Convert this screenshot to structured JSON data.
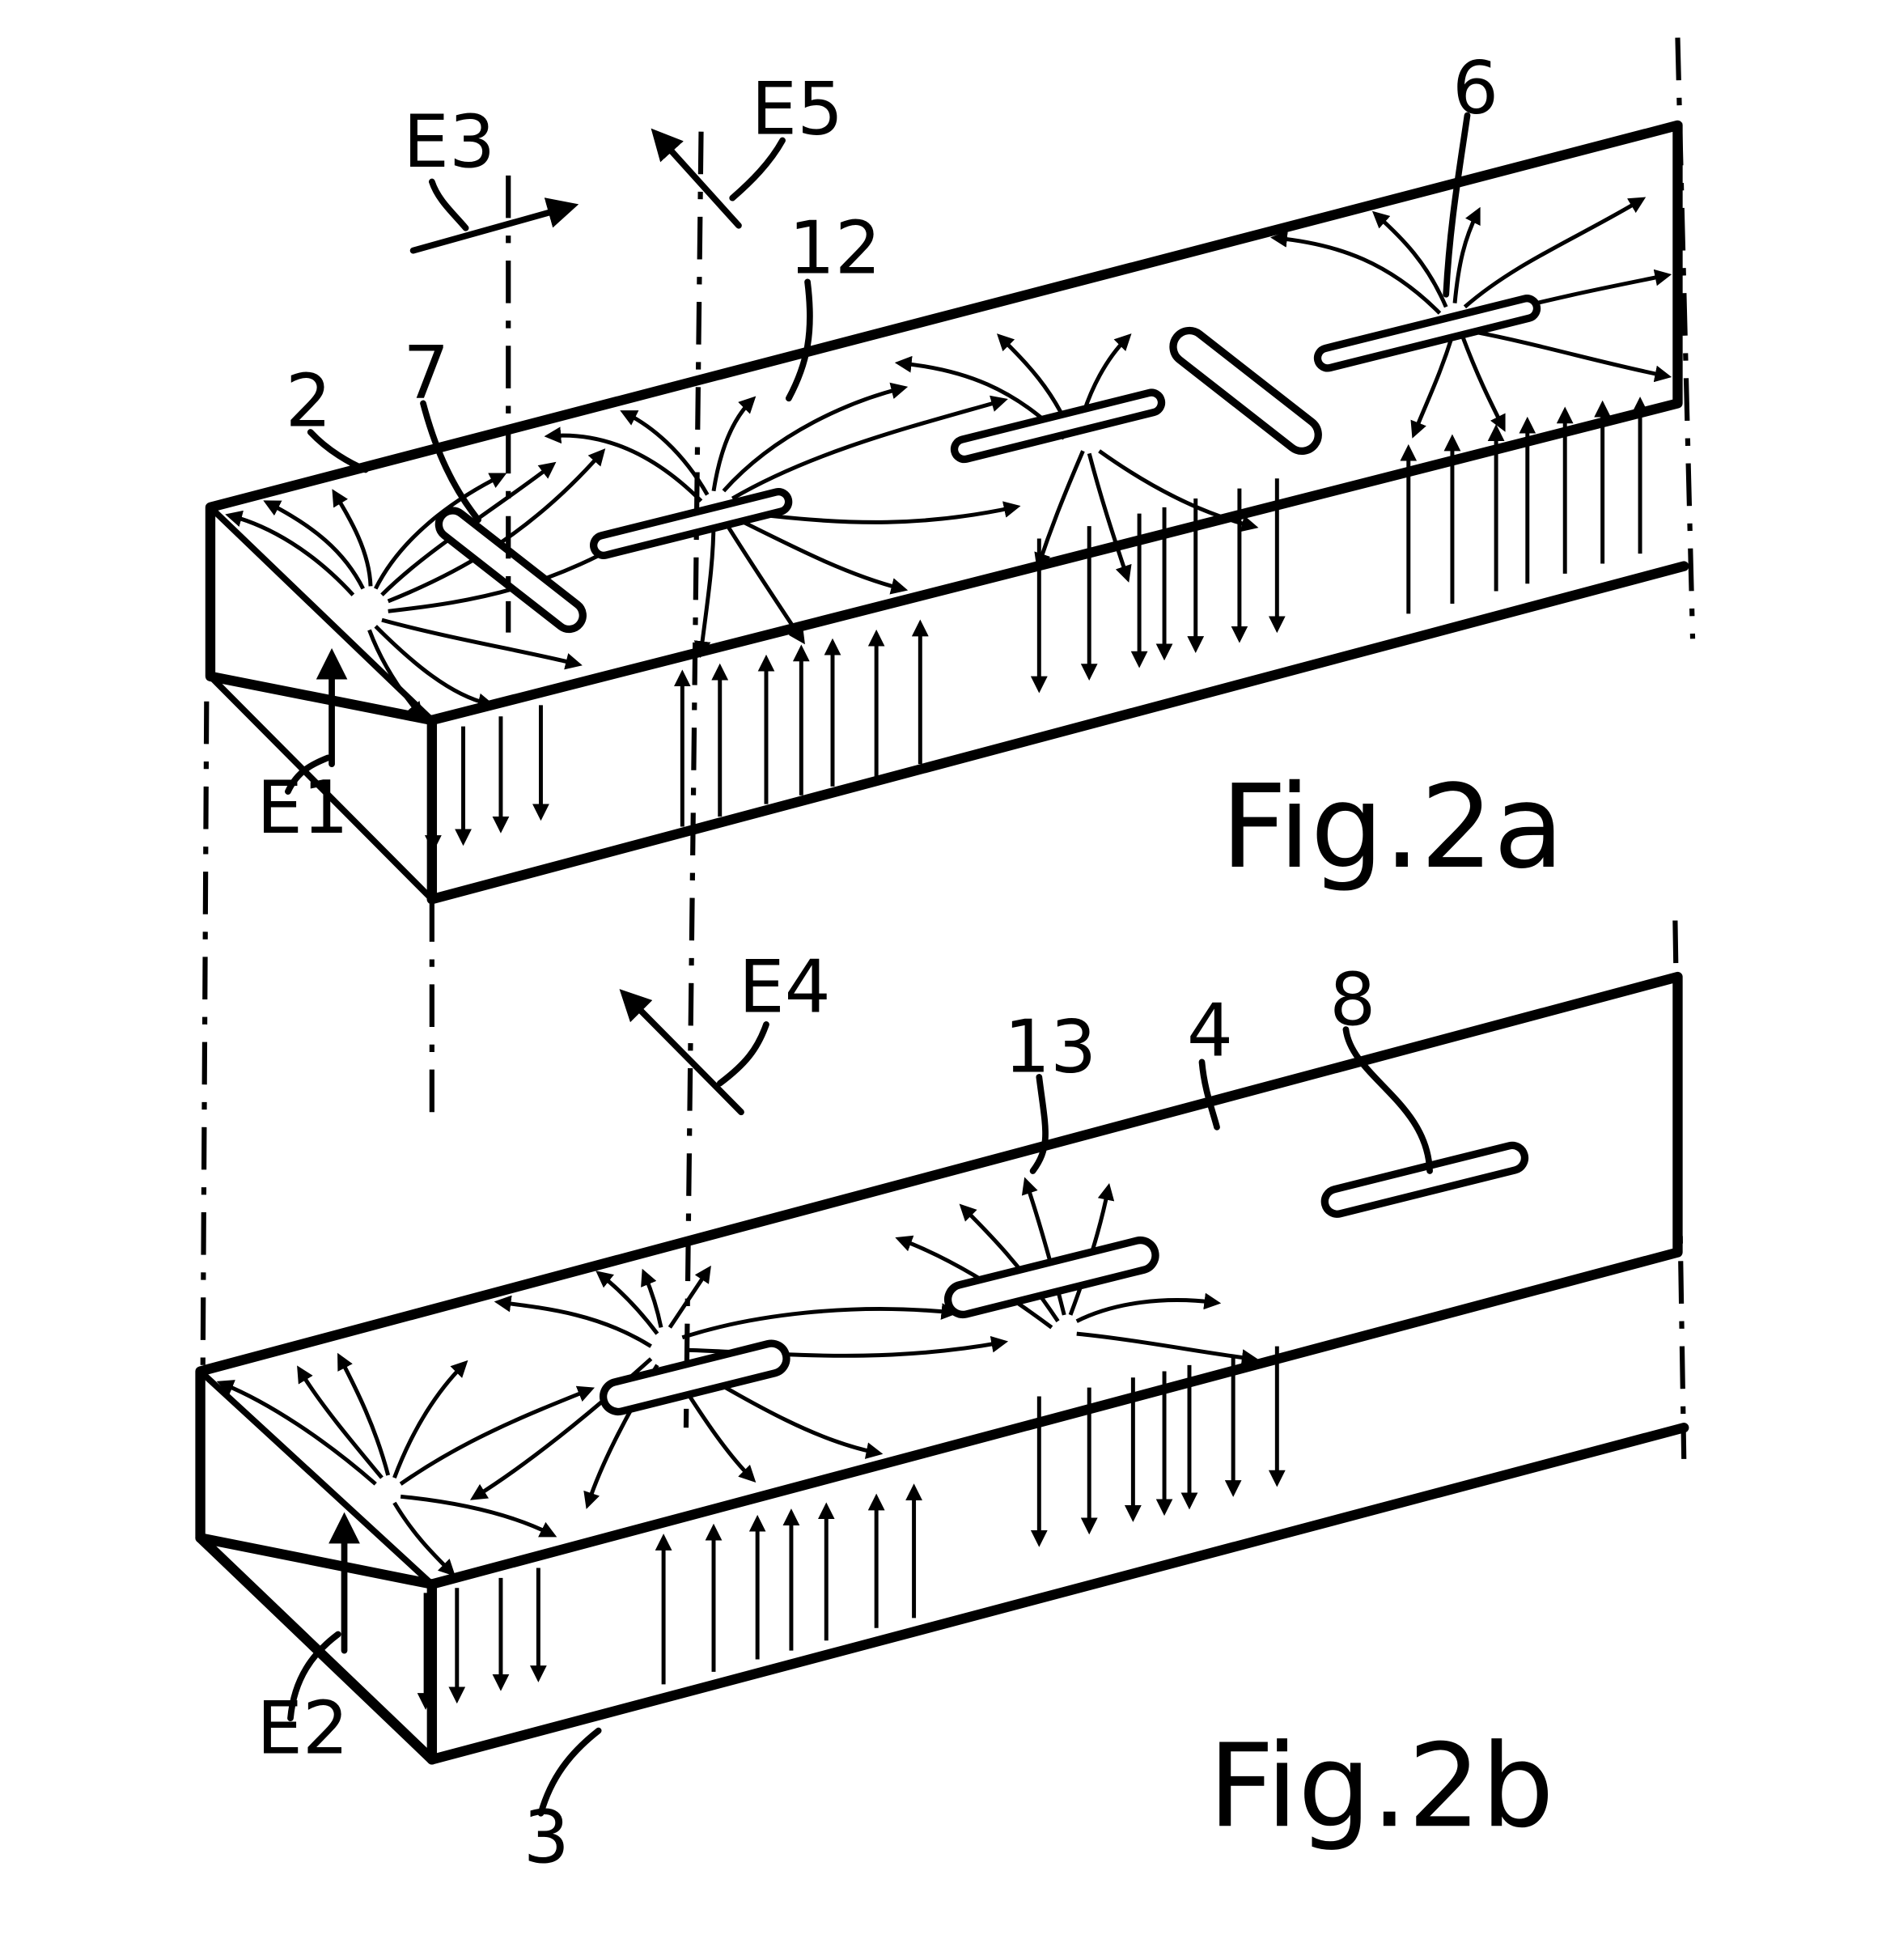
{
  "figures": [
    {
      "caption": "Fig.2a",
      "labels": [
        "E3",
        "E5",
        "6",
        "12",
        "2",
        "7",
        "E1"
      ]
    },
    {
      "caption": "Fig.2b",
      "labels": [
        "E4",
        "8",
        "13",
        "4",
        "E2",
        "3"
      ]
    }
  ]
}
